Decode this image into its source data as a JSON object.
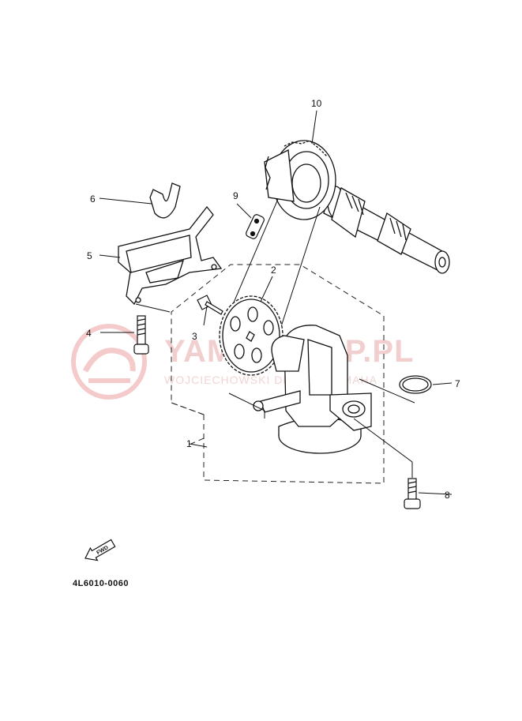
{
  "diagram": {
    "part_code": "4L6010-0060",
    "fwd_label": "FWD",
    "callouts": [
      {
        "id": "callout-1",
        "label": "1"
      },
      {
        "id": "callout-2",
        "label": "2"
      },
      {
        "id": "callout-3",
        "label": "3"
      },
      {
        "id": "callout-4",
        "label": "4"
      },
      {
        "id": "callout-5",
        "label": "5"
      },
      {
        "id": "callout-6",
        "label": "6"
      },
      {
        "id": "callout-7",
        "label": "7"
      },
      {
        "id": "callout-8",
        "label": "8"
      },
      {
        "id": "callout-9",
        "label": "9"
      },
      {
        "id": "callout-10",
        "label": "10"
      }
    ]
  },
  "watermark": {
    "brand": "YAMASKLEP.PL",
    "subtitle": "WOJCIECHOWSKI DEALER YAMAHA",
    "color": "#e06b6b"
  }
}
